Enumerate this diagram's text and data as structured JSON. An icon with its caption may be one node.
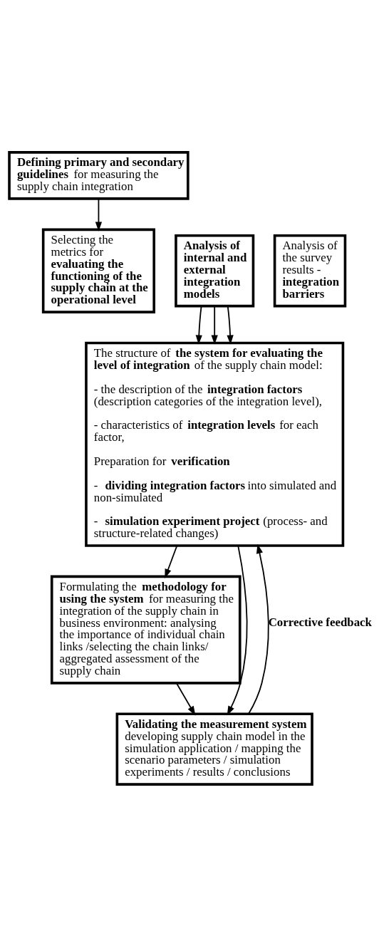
{
  "diagram": {
    "nodes": [
      {
        "text": [
          "**Defining primary and secondary guidelines** for measuring the supply chain integration"
        ]
      },
      {
        "text": [
          "Selecting the metrics for **evaluating the functioning of the supply chain at the operational level**"
        ]
      },
      {
        "text": [
          "**Analysis of internal and external integration models**"
        ]
      },
      {
        "text": [
          "Analysis of the survey results - **integration barriers**"
        ]
      },
      {
        "text": [
          "The structure of **the system for evaluating the level of integration** of the supply chain model:",
          "- the description of the **integration factors** (description categories of the integration level),",
          "- characteristics of **integration levels** for each factor,",
          "Preparation for **verification**",
          "- **dividing integration factors** into simulated and non-simulated",
          "- **simulation experiment project** (process- and structure-related changes)"
        ]
      },
      {
        "text": [
          "Formulating the **methodology for using the system** for measuring the integration of the supply chain in business environment: analysing the importance of individual chain links /selecting the chain links/ aggregated assessment of the supply chain"
        ]
      },
      {
        "text": [
          "**Validating the measurement system** developing supply chain model in the simulation application / mapping the scenario parameters / simulation experiments / results / conclusions"
        ]
      }
    ],
    "edges": [
      {
        "from": 0,
        "to": 1,
        "arrow": "to"
      },
      {
        "from": 2,
        "to": 4,
        "arrow": "to"
      },
      {
        "from": 2,
        "to": 4,
        "arrow": "to"
      },
      {
        "from": 2,
        "to": 4,
        "arrow": "to"
      },
      {
        "from": 4,
        "to": 5,
        "arrow": "to"
      },
      {
        "from": 4,
        "to": 6,
        "arrow": "to"
      },
      {
        "from": 5,
        "to": 6,
        "arrow": "to"
      },
      {
        "from": 6,
        "to": 4,
        "arrow": "to",
        "label": "**Corrective feedback**"
      }
    ]
  }
}
